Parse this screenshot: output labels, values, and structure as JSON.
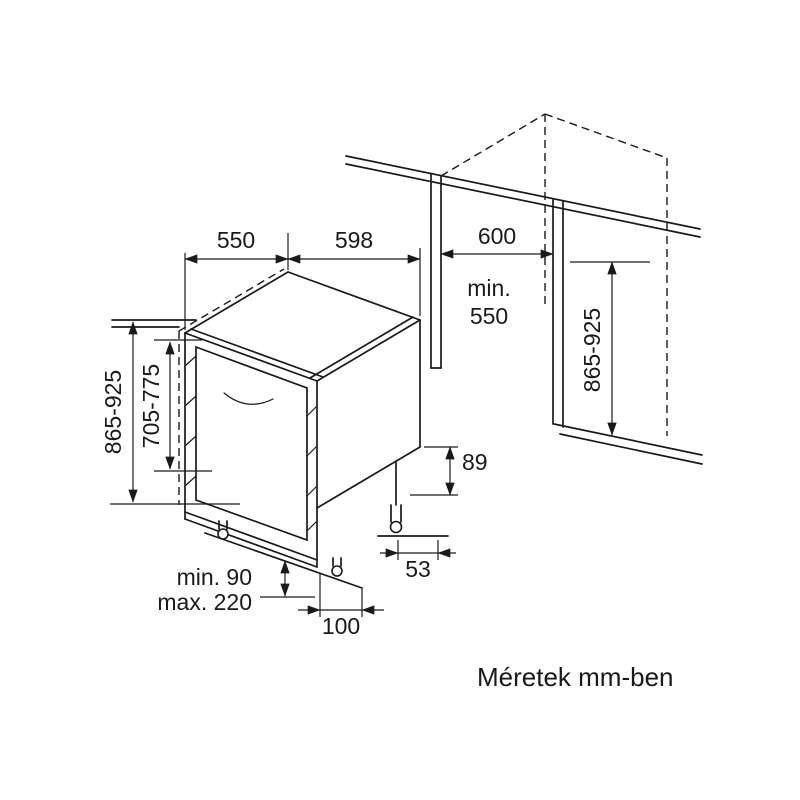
{
  "caption": "Méretek mm-ben",
  "labels": {
    "top_depth": "550",
    "top_width": "598",
    "niche_width": "600",
    "niche_min_label": "min.",
    "niche_min_value": "550",
    "niche_height_right": "865-925",
    "niche_height_left": "865-925",
    "door_height": "705-775",
    "rear_gap": "89",
    "rear_foot_inset": "53",
    "plinth_min": "min. 90",
    "plinth_max": "max. 220",
    "foot_plate": "100"
  },
  "colors": {
    "line": "#1a1a1a",
    "background": "#ffffff"
  }
}
